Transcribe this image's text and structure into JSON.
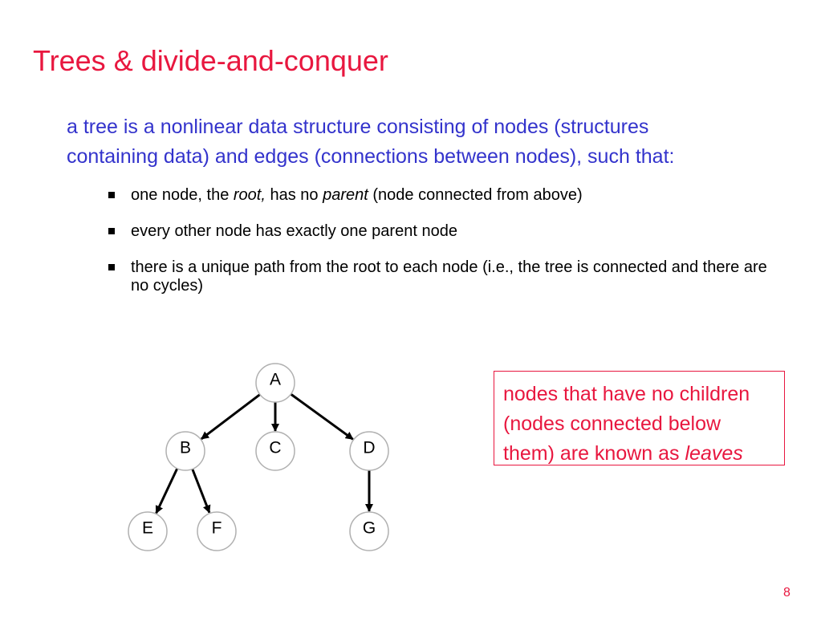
{
  "slide": {
    "title": "Trees & divide-and-conquer",
    "intro": {
      "line1": "a tree is a nonlinear data structure consisting of nodes (structures",
      "line2": "containing data) and edges (connections between nodes), such that:"
    },
    "bullets": [
      {
        "part1": "one node, the ",
        "part2_italic": "root,",
        "part3": " has no ",
        "part4_italic": "parent",
        "part5": " (node connected from above)"
      },
      {
        "text": "every other node has exactly one parent node"
      },
      {
        "text": "there is a unique path from the root to each node (i.e., the tree is connected and there are no cycles)"
      }
    ],
    "leaves_note": {
      "line1": "nodes that have no children",
      "line2": "(nodes connected below",
      "line3_plain": "them) are known as ",
      "line3_italic": "leaves"
    },
    "page_number": "8",
    "colors": {
      "accent": "#e8173f",
      "intro_text": "#3333cc",
      "body_text": "#000000"
    }
  },
  "tree": {
    "nodes": [
      {
        "id": "A",
        "label": "A"
      },
      {
        "id": "B",
        "label": "B"
      },
      {
        "id": "C",
        "label": "C"
      },
      {
        "id": "D",
        "label": "D"
      },
      {
        "id": "E",
        "label": "E"
      },
      {
        "id": "F",
        "label": "F"
      },
      {
        "id": "G",
        "label": "G"
      }
    ],
    "edges": [
      {
        "from": "A",
        "to": "B"
      },
      {
        "from": "A",
        "to": "C"
      },
      {
        "from": "A",
        "to": "D"
      },
      {
        "from": "B",
        "to": "E"
      },
      {
        "from": "B",
        "to": "F"
      },
      {
        "from": "D",
        "to": "G"
      }
    ]
  }
}
